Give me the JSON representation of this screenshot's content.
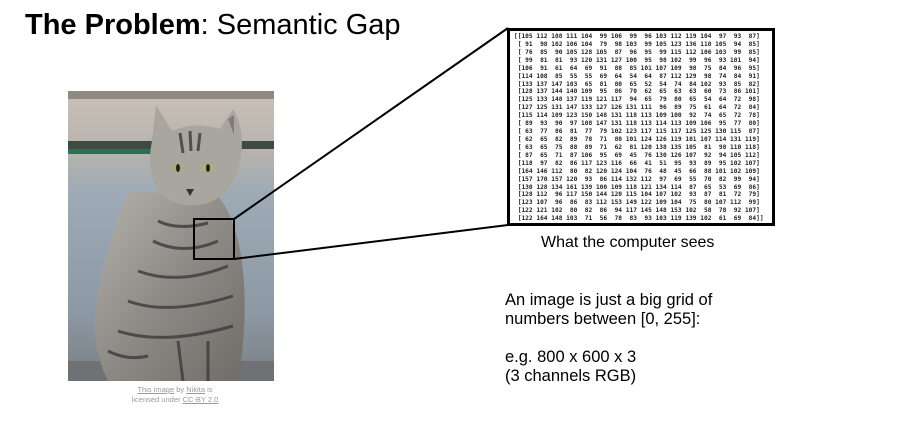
{
  "title": {
    "bold": "The Problem",
    "rest": ": Semantic Gap"
  },
  "image": {
    "subject": "tabby cat sitting",
    "alt": "Photo of a grey tabby cat"
  },
  "credit": {
    "link1": "This image",
    "by": " by ",
    "link2": "Nikita",
    "is": " is",
    "line2_prefix": "licensed under ",
    "link3": "CC-BY 2.0"
  },
  "matrix": {
    "rows": [
      "[[105 112 108 111 104  99 106  99  96 103 112 119 104  97  93  87]",
      " [ 91  98 102 106 104  79  98 103  99 105 123 136 110 105  94  85]",
      " [ 76  85  90 105 128 105  87  96  95  99 115 112 106 103  99  85]",
      " [ 99  81  81  93 120 131 127 100  95  98 102  99  96  93 101  94]",
      " [106  91  61  64  69  91  88  85 101 107 109  98  75  84  96  95]",
      " [114 108  85  55  55  69  64  54  64  87 112 129  98  74  84  91]",
      " [133 137 147 103  65  81  80  65  52  54  74  84 102  93  85  82]",
      " [128 137 144 140 109  95  86  70  62  65  63  63  60  73  86 101]",
      " [125 133 148 137 119 121 117  94  65  79  80  65  54  64  72  98]",
      " [127 125 131 147 133 127 126 131 111  96  89  75  61  64  72  84]",
      " [115 114 109 123 150 148 131 118 113 109 100  92  74  65  72  78]",
      " [ 89  93  90  97 108 147 131 118 113 114 113 109 106  95  77  80]",
      " [ 63  77  86  81  77  79 102 123 117 115 117 125 125 130 115  87]",
      " [ 62  65  82  89  78  71  80 101 124 126 119 101 107 114 131 119]",
      " [ 63  65  75  88  89  71  62  81 120 138 135 105  81  98 110 118]",
      " [ 87  65  71  87 106  95  69  45  76 130 126 107  92  94 105 112]",
      " [118  97  82  86 117 123 116  66  41  51  95  93  89  95 102 107]",
      " [164 146 112  80  82 120 124 104  76  48  45  66  88 101 102 109]",
      " [157 170 157 120  93  86 114 132 112  97  69  55  70  82  99  94]",
      " [130 128 134 161 139 100 109 118 121 134 114  87  65  53  69  86]",
      " [128 112  96 117 150 144 120 115 104 107 102  93  87  81  72  79]",
      " [123 107  96  86  83 112 153 149 122 109 104  75  80 107 112  99]",
      " [122 121 102  80  82  86  94 117 145 148 153 102  58  78  92 107]",
      " [122 164 148 103  71  56  78  83  93 103 119 139 102  61  69  84]]"
    ]
  },
  "caption": "What the computer sees",
  "description": {
    "line1": "An image is just a big grid of",
    "line2": "numbers between [0, 255]:",
    "line3": "e.g. 800 x 600 x 3",
    "line4": "(3 channels RGB)"
  },
  "colors": {
    "frame": "#000000",
    "credit_text": "#9a9a9a"
  }
}
